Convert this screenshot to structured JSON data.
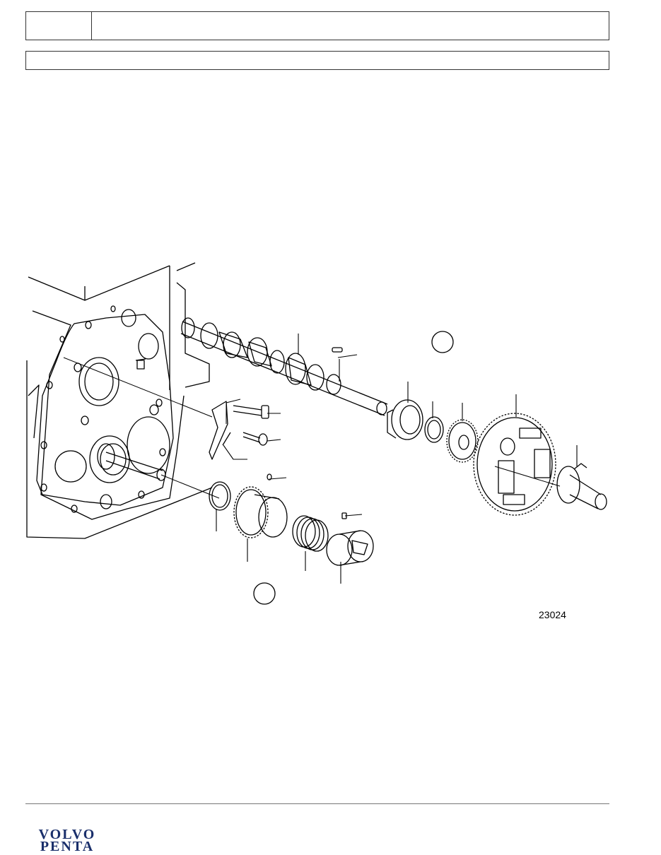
{
  "figure": {
    "number": "23024"
  },
  "logo": {
    "line1": "VOLVO",
    "line2": "PENTA"
  }
}
